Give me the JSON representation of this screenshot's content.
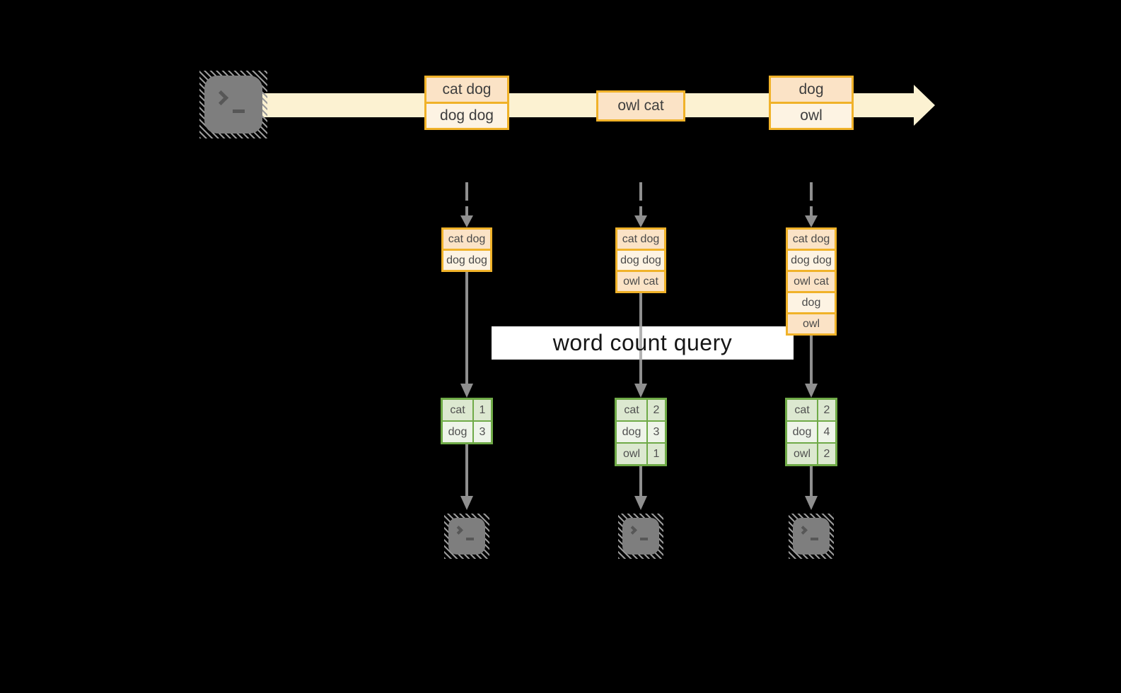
{
  "diagram": {
    "query_label": "word count query",
    "colors": {
      "background": "#000000",
      "stream_band": "#fcf2d2",
      "record_border": "#f0b229",
      "record_fill_dark": "#fbe3c6",
      "record_fill_light": "#fdf3e3",
      "table_border": "#6faa47",
      "table_cell_dark": "#dce8d0",
      "table_cell_light": "#eef4e9",
      "arrow_gray": "#8f8f8f",
      "query_box": "#ffffff"
    },
    "stream": {
      "source_icon": "terminal-icon",
      "batches": [
        {
          "lines": [
            "cat dog",
            "dog dog"
          ]
        },
        {
          "lines": [
            "owl cat"
          ]
        },
        {
          "lines": [
            "dog",
            "owl"
          ]
        }
      ]
    },
    "columns": [
      {
        "records": [
          "cat dog",
          "dog dog"
        ],
        "counts": [
          {
            "word": "cat",
            "count": "1"
          },
          {
            "word": "dog",
            "count": "3"
          }
        ],
        "sink_icon": "terminal-icon"
      },
      {
        "records": [
          "cat dog",
          "dog dog",
          "owl cat"
        ],
        "counts": [
          {
            "word": "cat",
            "count": "2"
          },
          {
            "word": "dog",
            "count": "3"
          },
          {
            "word": "owl",
            "count": "1"
          }
        ],
        "sink_icon": "terminal-icon"
      },
      {
        "records": [
          "cat dog",
          "dog dog",
          "owl cat",
          "dog",
          "owl"
        ],
        "counts": [
          {
            "word": "cat",
            "count": "2"
          },
          {
            "word": "dog",
            "count": "4"
          },
          {
            "word": "owl",
            "count": "2"
          }
        ],
        "sink_icon": "terminal-icon"
      }
    ]
  }
}
